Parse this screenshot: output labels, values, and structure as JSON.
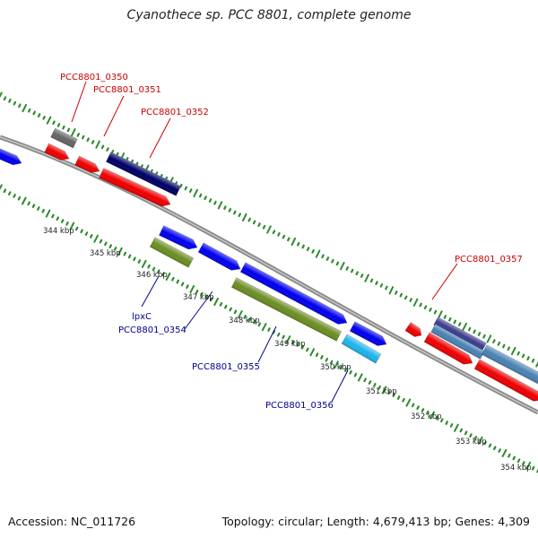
{
  "title": "Cyanothece sp. PCC 8801, complete genome",
  "footer": {
    "accession": "Accession: NC_011726",
    "topology": "Topology: circular; Length: 4,679,413 bp; Genes: 4,309"
  },
  "ticks": [
    "344 kbp",
    "345 kbp",
    "346 kbp",
    "347 kbp",
    "348 kbp",
    "349 kbp",
    "350 kbp",
    "351 kbp",
    "352 kbp",
    "353 kbp",
    "354 kbp"
  ],
  "gene_labels_top": [
    "PCC8801_0350",
    "PCC8801_0351",
    "PCC8801_0352",
    "PCC8801_0357"
  ],
  "gene_labels_bottom": [
    "lpxC",
    "PCC8801_0354",
    "PCC8801_0355",
    "PCC8801_0356"
  ],
  "colors": {
    "backbone": "#8c8c8c",
    "tick": "#2e8b2e",
    "red_label": "#cc0000",
    "blue_label": "#00008b",
    "forward_blue": "#0000ee",
    "cds_red": "#ee0000",
    "navy": "#000066",
    "olive": "#6b8e23",
    "cyan": "#1eb4ee",
    "steelblue": "#4a82b4",
    "grey": "#666666",
    "purple": "#3c3c8c"
  }
}
